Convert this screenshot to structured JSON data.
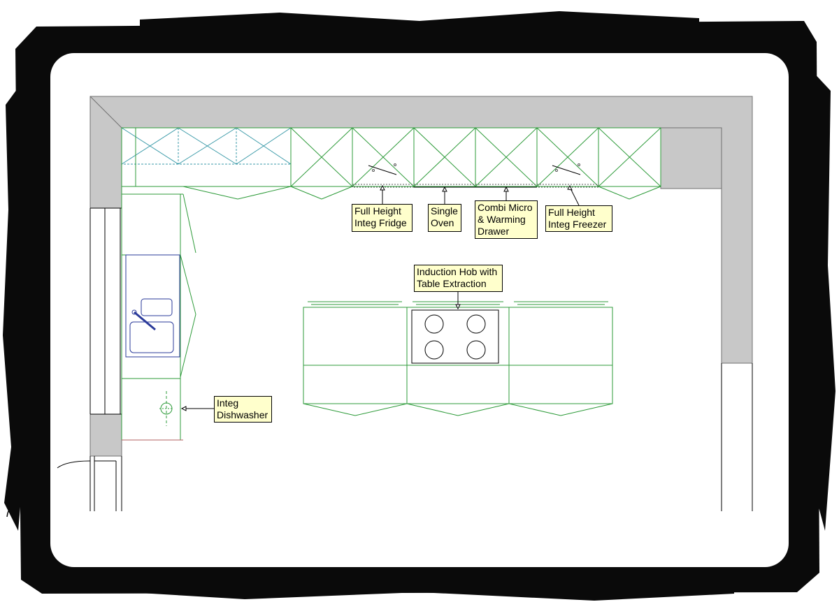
{
  "labels": {
    "fridge": "Full Height\nInteg Fridge",
    "oven": "Single\nOven",
    "micro": "Combi Micro\n& Warming\nDrawer",
    "freezer": "Full Height\nInteg Freezer",
    "hob": "Induction Hob with\nTable Extraction",
    "dishwasher": "Integ\nDishwasher"
  },
  "colors": {
    "wall": "#c8c8c8",
    "unit_green": "#2e9b3a",
    "wall_unit_teal": "#3a9aa8",
    "sink_blue": "#2a3a9a",
    "label_fill": "#ffffcc",
    "frame_black": "#0a0a0a"
  }
}
